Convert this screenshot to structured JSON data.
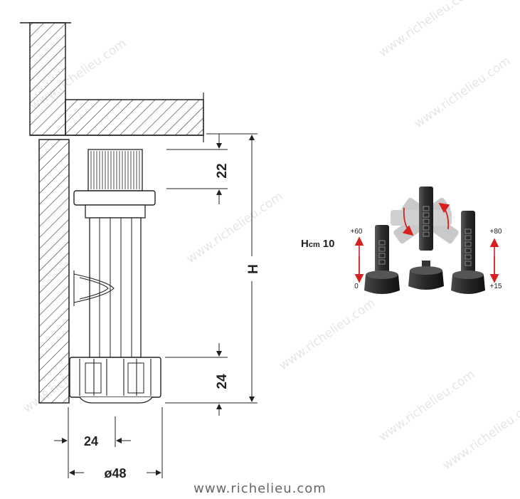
{
  "watermark": {
    "text": "www.richelieu.com",
    "color": "#e6e6e6"
  },
  "footer": {
    "url": "www.richelieu.com"
  },
  "dimensions": {
    "top_height": "22",
    "base_height": "24",
    "overall_height": "H",
    "half_width": "24",
    "diameter": "ø48"
  },
  "adjust_panel": {
    "model_prefix": "H",
    "model_unit": "cm",
    "model_value": "10",
    "left_leg": {
      "top_label": "+60",
      "bottom_label": "0"
    },
    "right_leg": {
      "top_label": "+80",
      "bottom_label": "+15"
    }
  },
  "colors": {
    "line": "#222222",
    "arrow_red": "#d62020",
    "leg_dark": "#3b3b3b",
    "text_gray": "#666666"
  }
}
